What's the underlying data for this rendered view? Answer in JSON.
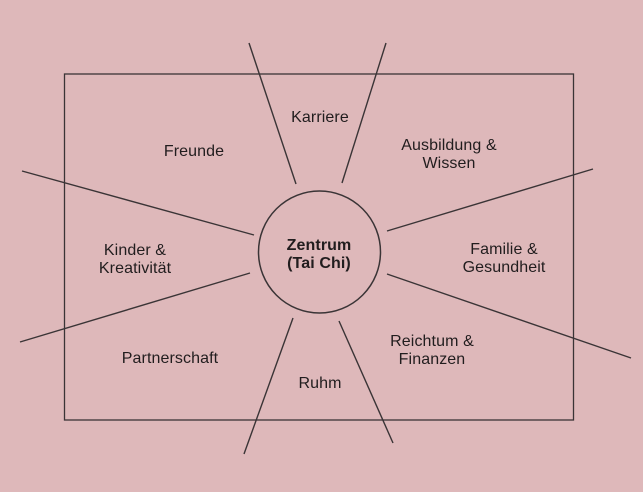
{
  "colors": {
    "background": "#deb8ba",
    "line": "#3a3436",
    "text": "#211d1e"
  },
  "diagram": {
    "center_label": "Zentrum\n(Tai Chi)",
    "sectors": [
      {
        "name": "karriere",
        "label": "Karriere"
      },
      {
        "name": "ausbildung-wissen",
        "label": "Ausbildung &\nWissen"
      },
      {
        "name": "familie-gesundheit",
        "label": "Familie &\nGesundheit"
      },
      {
        "name": "reichtum-finanzen",
        "label": "Reichtum &\nFinanzen"
      },
      {
        "name": "ruhm",
        "label": "Ruhm"
      },
      {
        "name": "partnerschaft",
        "label": "Partnerschaft"
      },
      {
        "name": "kinder-kreativitaet",
        "label": "Kinder &\nKreativität"
      },
      {
        "name": "freunde",
        "label": "Freunde"
      }
    ]
  }
}
